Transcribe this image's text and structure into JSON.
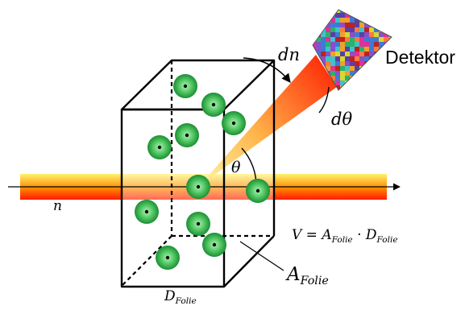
{
  "labels": {
    "detector": "Detektor",
    "dn": "dn",
    "dtheta": "dθ",
    "theta": "θ",
    "n": "n",
    "volume_formula": {
      "lhs": "V",
      "eq": " = ",
      "a": "A",
      "a_sub": "Folie",
      "dot": " · ",
      "d": "D",
      "d_sub": "Folie"
    },
    "area": {
      "main": "A",
      "sub": "Folie"
    },
    "thickness": {
      "main": "D",
      "sub": "Folie"
    }
  },
  "colors": {
    "beam_top": "#fff36a",
    "beam_mid": "#ff8a00",
    "beam_bottom": "#ff1a00",
    "atom_outer": "#1f9c3a",
    "atom_inner": "#9fe6a6",
    "atom_nucleus": "#000000",
    "outline": "#000000",
    "detector_mosaic": [
      "#3b7bd8",
      "#e0309a",
      "#28b36b",
      "#f2a02a",
      "#8a4fc9",
      "#d8d830",
      "#c02020",
      "#3fc2c9",
      "#ff7a3a",
      "#5a3ea8"
    ]
  }
}
